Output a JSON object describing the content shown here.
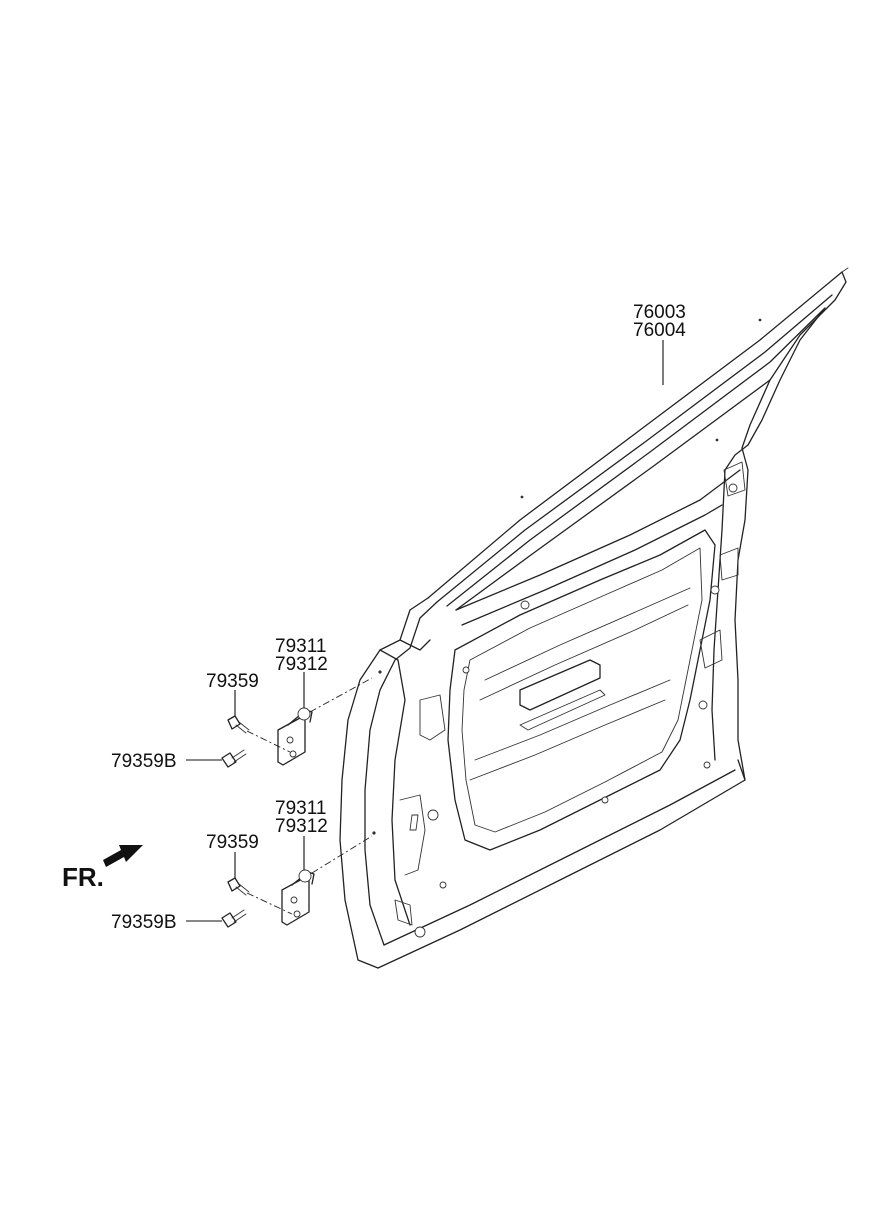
{
  "labels": {
    "door_panel_1": "76003",
    "door_panel_2": "76004",
    "upper_hinge_1": "79311",
    "upper_hinge_2": "79312",
    "upper_bolt": "79359",
    "upper_bolt_b": "79359B",
    "lower_hinge_1": "79311",
    "lower_hinge_2": "79312",
    "lower_bolt": "79359",
    "lower_bolt_b": "79359B",
    "front_indicator": "FR."
  }
}
